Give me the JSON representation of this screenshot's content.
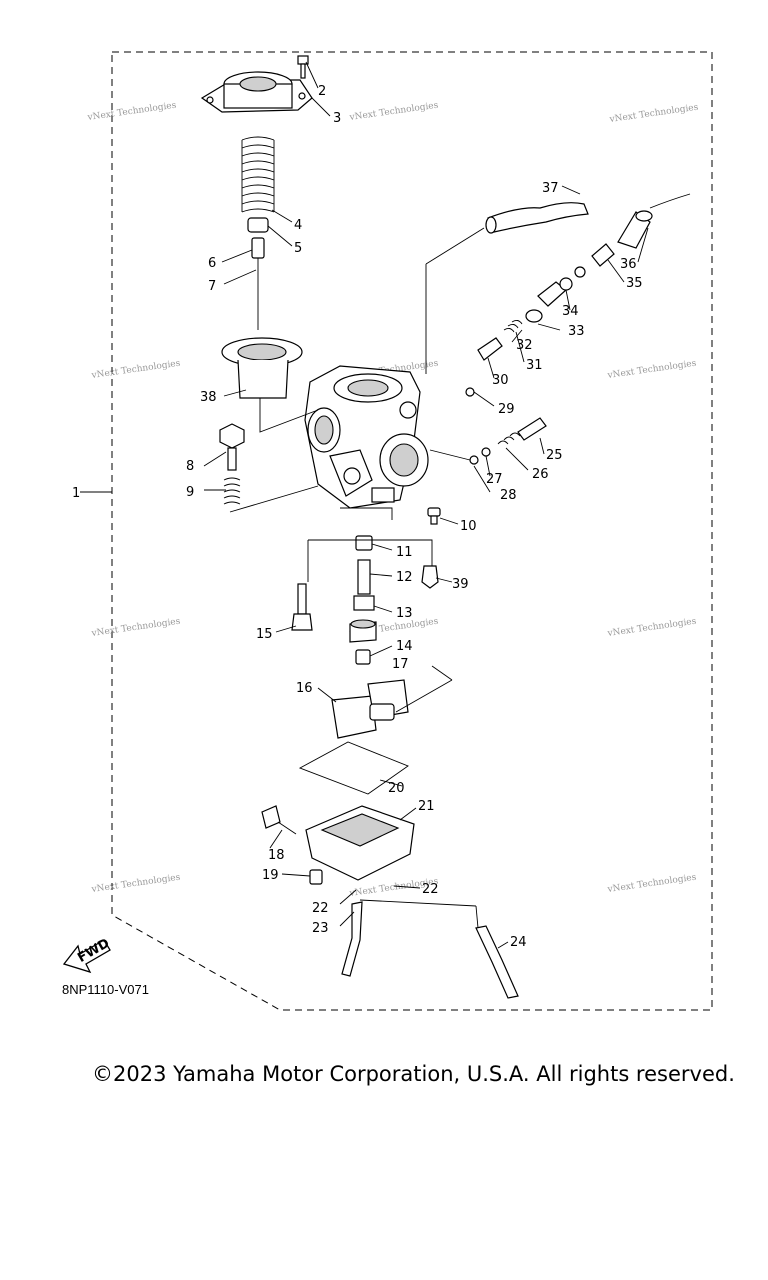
{
  "diagram": {
    "callouts": [
      "1",
      "2",
      "3",
      "4",
      "5",
      "6",
      "7",
      "8",
      "9",
      "10",
      "11",
      "12",
      "13",
      "14",
      "15",
      "16",
      "17",
      "18",
      "19",
      "20",
      "21",
      "22",
      "22",
      "23",
      "24",
      "25",
      "26",
      "27",
      "28",
      "29",
      "30",
      "31",
      "32",
      "33",
      "34",
      "35",
      "36",
      "37",
      "38",
      "39"
    ],
    "watermark_text": "vNext Technologies",
    "fwd_label": "FWD",
    "figure_code": "8NP1110-V071"
  },
  "footer": {
    "copyright": "©2023 Yamaha Motor Corporation, U.S.A. All rights reserved."
  }
}
